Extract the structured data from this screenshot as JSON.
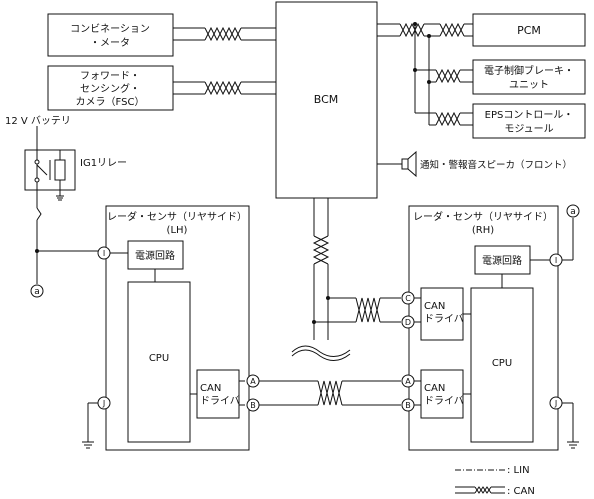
{
  "combination_meter": [
    "コンビネーション",
    "・メータ"
  ],
  "forward_camera": [
    "フォワード・",
    "センシング・",
    "カメラ（FSC）"
  ],
  "bcm": "BCM",
  "pcm": "PCM",
  "ebcu": [
    "電子制御ブレーキ・",
    "ユニット"
  ],
  "eps": [
    "EPSコントロール・",
    "モジュール"
  ],
  "speaker": "通知・警報音スピーカ（フロント）",
  "battery": "12 V バッテリ",
  "relay": "IG1リレー",
  "lh_sensor": {
    "title": "レーダ・センサ（リヤサイド）",
    "side": "(LH)"
  },
  "rh_sensor": {
    "title": "レーダ・センサ（リヤサイド）",
    "side": "(RH)"
  },
  "power_circuit": "電源回路",
  "cpu": "CPU",
  "can_driver": [
    "CAN",
    "ドライバ"
  ],
  "terminals": {
    "I": "I",
    "J": "J",
    "A": "A",
    "B": "B",
    "C": "C",
    "D": "D",
    "a": "a"
  },
  "legend": {
    "lin": ": LIN",
    "can": ": CAN"
  }
}
